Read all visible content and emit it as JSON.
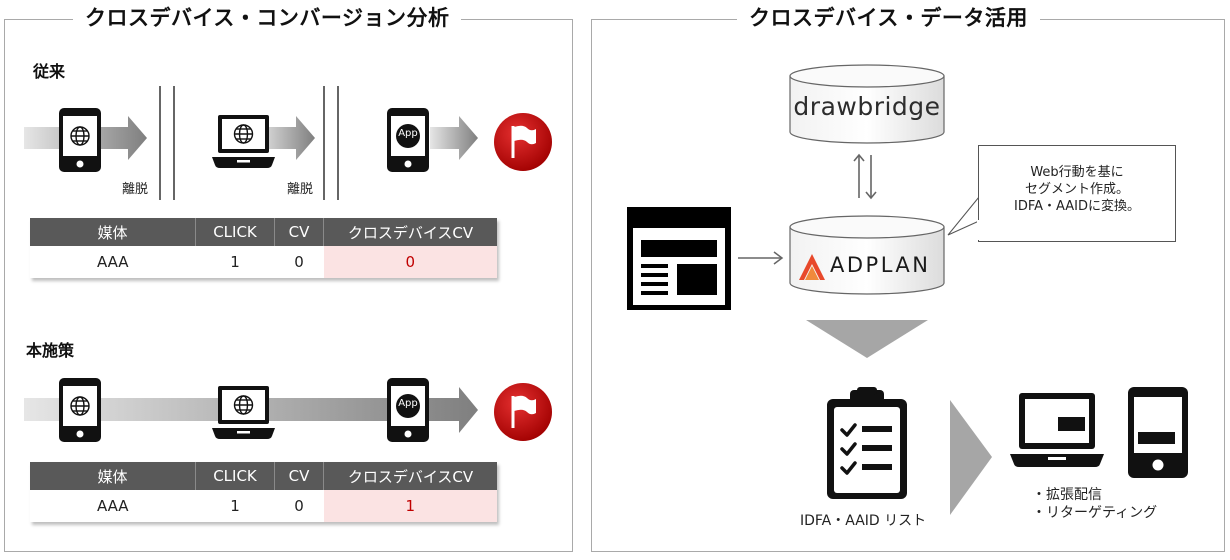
{
  "left_panel": {
    "title": "クロスデバイス・コンバージョン分析",
    "before": {
      "label": "従来",
      "dropoff_labels": [
        "離脱",
        "離脱"
      ],
      "app_icon_text": "App",
      "table": {
        "headers": [
          "媒体",
          "CLICK",
          "CV",
          "クロスデバイスCV"
        ],
        "row": [
          "AAA",
          "1",
          "0",
          "0"
        ]
      }
    },
    "after": {
      "label": "本施策",
      "app_icon_text": "App",
      "table": {
        "headers": [
          "媒体",
          "CLICK",
          "CV",
          "クロスデバイスCV"
        ],
        "row": [
          "AAA",
          "1",
          "0",
          "1"
        ]
      }
    }
  },
  "right_panel": {
    "title": "クロスデバイス・データ活用",
    "drawbridge_logo": "drawbridge",
    "adplan_logo": "ADPLAN",
    "callout_lines": [
      "Web行動を基に",
      "セグメント作成。",
      "IDFA・AAIDに変換。"
    ],
    "list_label": "IDFA・AAID リスト",
    "uses": [
      "・拡張配信",
      "・リターゲティング"
    ]
  },
  "colors": {
    "panel_border": "#a9a9a9",
    "table_header": "#595959",
    "highlight_bg": "#fbe3e3",
    "highlight_text": "#c00000",
    "goal_red": "#c00000",
    "adplan_orange": "#e8492b",
    "drawbridge_teal": "#2bb5a8"
  },
  "icons": [
    "smartphone-globe-icon",
    "laptop-globe-icon",
    "smartphone-app-icon",
    "goal-flag-icon",
    "webpage-icon",
    "clipboard-checklist-icon",
    "laptop-icon",
    "smartphone-icon",
    "database-icon"
  ]
}
